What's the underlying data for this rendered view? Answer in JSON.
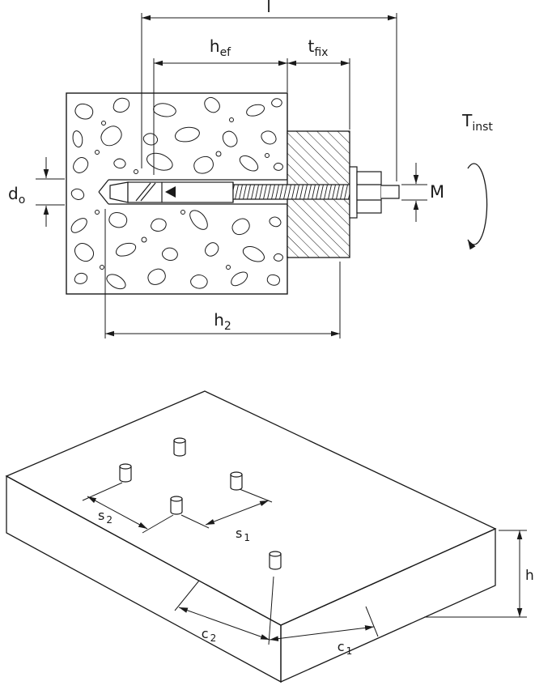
{
  "top": {
    "labels": {
      "length": {
        "main": "l",
        "sub": ""
      },
      "embedment": {
        "main": "h",
        "sub": "ef"
      },
      "fixture_thickness": {
        "main": "t",
        "sub": "fix"
      },
      "torque": {
        "main": "T",
        "sub": "inst"
      },
      "hole_diameter": {
        "main": "d",
        "sub": "o"
      },
      "thread": {
        "main": "M",
        "sub": ""
      },
      "hole_depth": {
        "main": "h",
        "sub": "2"
      }
    }
  },
  "bottom": {
    "labels": {
      "s2": {
        "main": "s",
        "sub": "2"
      },
      "s1": {
        "main": "s",
        "sub": "1"
      },
      "c2": {
        "main": "c",
        "sub": "2"
      },
      "c1": {
        "main": "c",
        "sub": "1"
      },
      "thickness": {
        "main": "h",
        "sub": ""
      }
    }
  },
  "colors": {
    "ink": "#1a1a1a",
    "background": "#ffffff"
  }
}
